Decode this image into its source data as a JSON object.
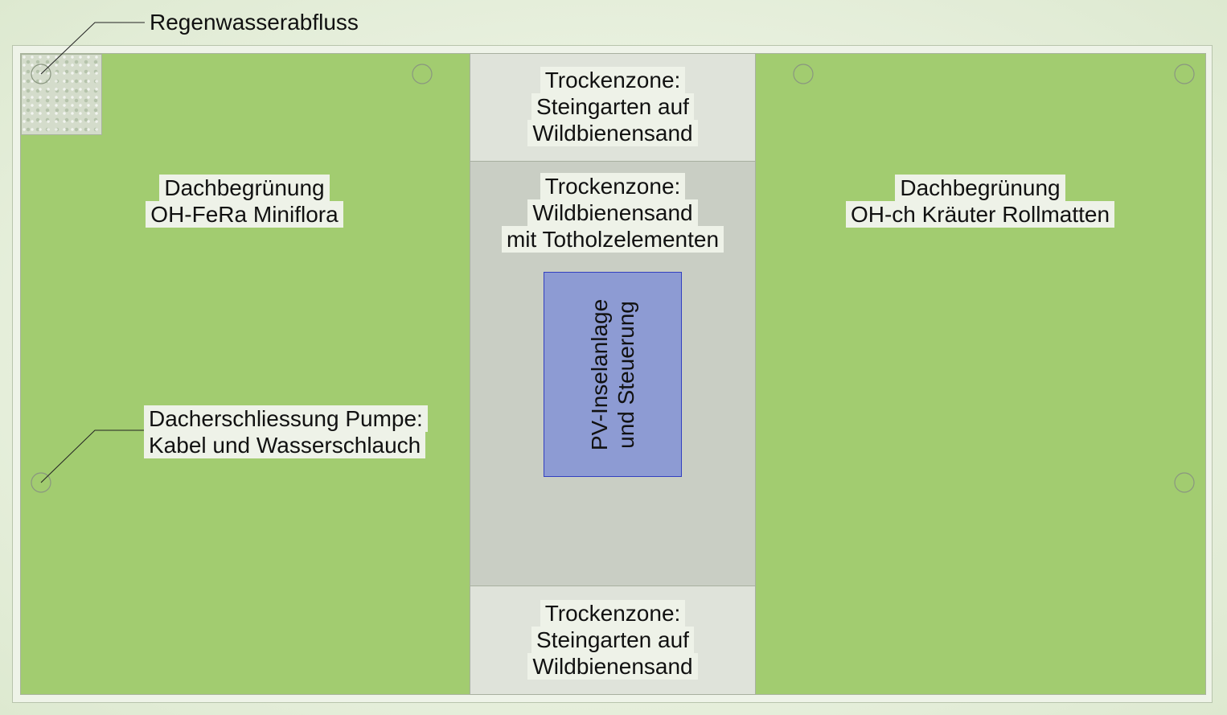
{
  "labels": {
    "regenwasser": "Regenwasserabfluss",
    "left_zone": [
      "Dachbegrünung",
      "OH-FeRa Miniflora"
    ],
    "right_zone": [
      "Dachbegrünung",
      "OH-ch Kräuter Rollmatten"
    ],
    "center_top": [
      "Trockenzone:",
      "Steingarten auf",
      "Wildbienensand"
    ],
    "center_mid": [
      "Trockenzone:",
      "Wildbienensand",
      "mit Totholzelementen"
    ],
    "center_bot": [
      "Trockenzone:",
      "Steingarten auf",
      "Wildbienensand"
    ],
    "pv": [
      "PV-Inselanlage",
      "und Steuerung"
    ],
    "pump": [
      "Dacherschliessung Pumpe:",
      "Kabel und Wasserschlauch"
    ]
  },
  "colors": {
    "green_roof": "#a2cc70",
    "dry_zone": "#dfe3da",
    "dry_zone_mid": "#c9cec4",
    "pv_box": "#8d9bd3"
  }
}
